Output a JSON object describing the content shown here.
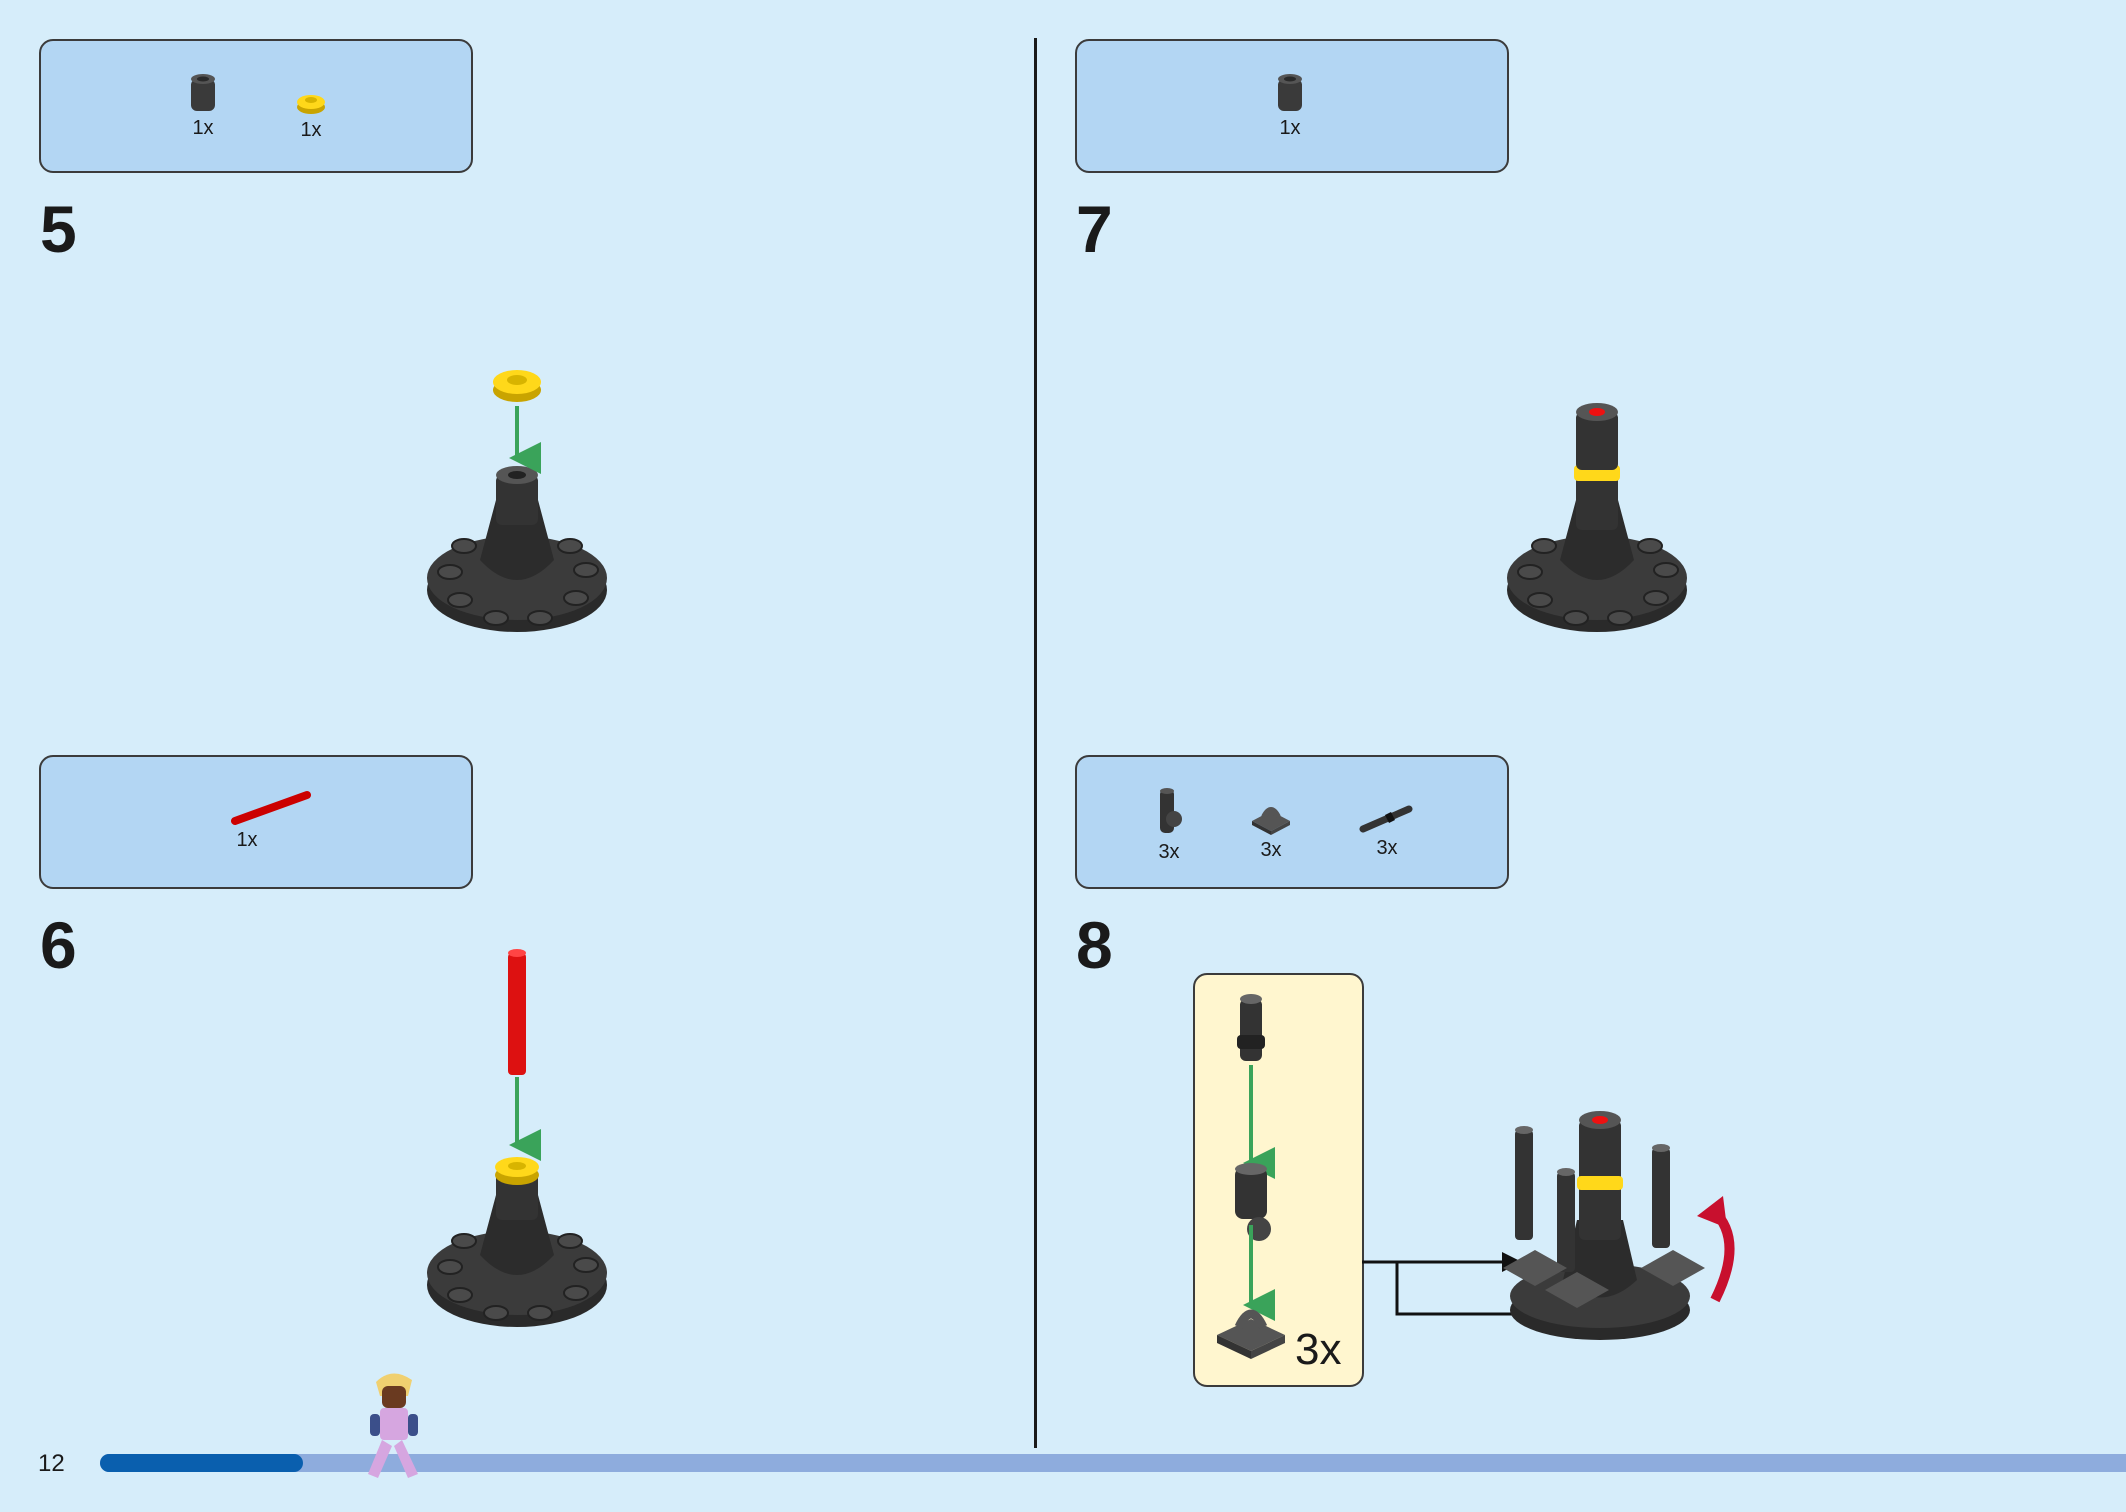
{
  "page_number": "12",
  "progress_fraction": 0.1,
  "steps": [
    {
      "number": "5",
      "parts": [
        {
          "qty": "1x",
          "icon": "dark-grey-round-brick-icon"
        },
        {
          "qty": "1x",
          "icon": "yellow-round-plate-icon"
        }
      ]
    },
    {
      "number": "6",
      "parts": [
        {
          "qty": "1x",
          "icon": "red-bar-icon"
        }
      ]
    },
    {
      "number": "7",
      "parts": [
        {
          "qty": "1x",
          "icon": "dark-grey-round-brick-icon"
        }
      ]
    },
    {
      "number": "8",
      "parts": [
        {
          "qty": "3x",
          "icon": "clip-bracket-icon"
        },
        {
          "qty": "3x",
          "icon": "plate-with-clip-icon"
        },
        {
          "qty": "3x",
          "icon": "black-bar-icon"
        }
      ]
    }
  ],
  "callout": {
    "qty": "3x"
  },
  "colors": {
    "background": "#d6edfa",
    "parts_box": "#b3d6f3",
    "callout_box": "#fff6cf",
    "arrow": "#3aa35a",
    "progress_fill": "#0a5fae",
    "progress_track": "#8eacdd"
  }
}
